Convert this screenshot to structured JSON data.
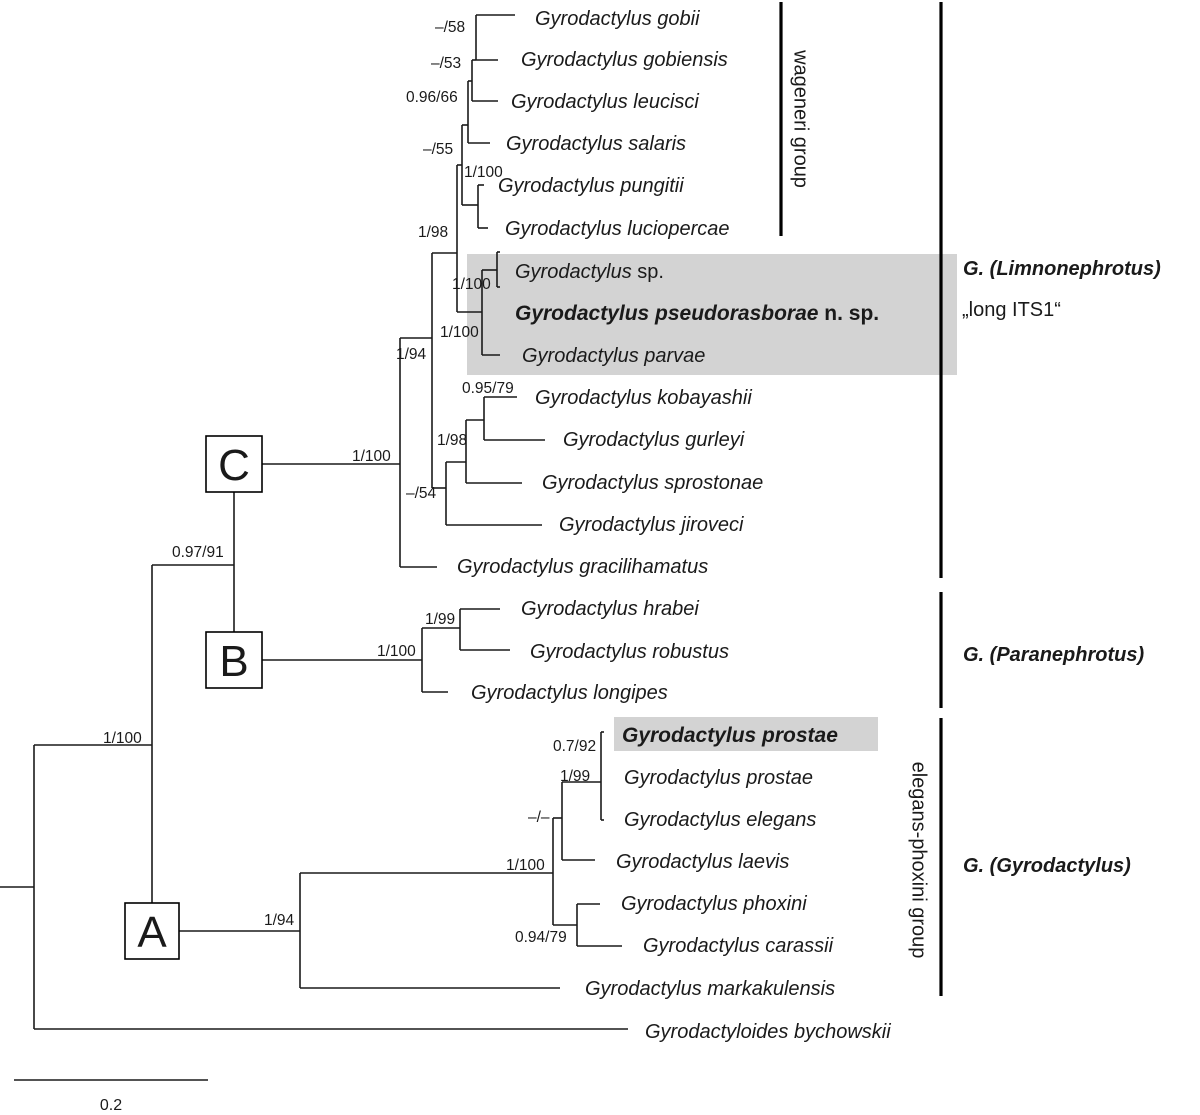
{
  "tree": {
    "taxa": [
      {
        "id": "gobii",
        "genus": "Gyrodactylus",
        "epithet": "gobii",
        "suffix": "",
        "bold": false,
        "highlight": false
      },
      {
        "id": "gobiensis",
        "genus": "Gyrodactylus",
        "epithet": "gobiensis",
        "suffix": "",
        "bold": false,
        "highlight": false
      },
      {
        "id": "leucisci",
        "genus": "Gyrodactylus",
        "epithet": "leucisci",
        "suffix": "",
        "bold": false,
        "highlight": false
      },
      {
        "id": "salaris",
        "genus": "Gyrodactylus",
        "epithet": "salaris",
        "suffix": "",
        "bold": false,
        "highlight": false
      },
      {
        "id": "pungitii",
        "genus": "Gyrodactylus",
        "epithet": "pungitii",
        "suffix": "",
        "bold": false,
        "highlight": false
      },
      {
        "id": "luciopercae",
        "genus": "Gyrodactylus",
        "epithet": "luciopercae",
        "suffix": "",
        "bold": false,
        "highlight": false
      },
      {
        "id": "sp",
        "genus": "Gyrodactylus",
        "epithet": "",
        "suffix": "sp.",
        "bold": false,
        "highlight": true
      },
      {
        "id": "pseudorasborae",
        "genus": "Gyrodactylus",
        "epithet": "pseudorasborae",
        "suffix": "n. sp.",
        "bold": true,
        "highlight": true
      },
      {
        "id": "parvae",
        "genus": "Gyrodactylus",
        "epithet": "parvae",
        "suffix": "",
        "bold": false,
        "highlight": true
      },
      {
        "id": "kobayashii",
        "genus": "Gyrodactylus",
        "epithet": "kobayashii",
        "suffix": "",
        "bold": false,
        "highlight": false
      },
      {
        "id": "gurleyi",
        "genus": "Gyrodactylus",
        "epithet": "gurleyi",
        "suffix": "",
        "bold": false,
        "highlight": false
      },
      {
        "id": "sprostonae",
        "genus": "Gyrodactylus",
        "epithet": "sprostonae",
        "suffix": "",
        "bold": false,
        "highlight": false
      },
      {
        "id": "jiroveci",
        "genus": "Gyrodactylus",
        "epithet": "jiroveci",
        "suffix": "",
        "bold": false,
        "highlight": false
      },
      {
        "id": "gracilihamatus",
        "genus": "Gyrodactylus",
        "epithet": "gracilihamatus",
        "suffix": "",
        "bold": false,
        "highlight": false
      },
      {
        "id": "hrabei",
        "genus": "Gyrodactylus",
        "epithet": "hrabei",
        "suffix": "",
        "bold": false,
        "highlight": false
      },
      {
        "id": "robustus",
        "genus": "Gyrodactylus",
        "epithet": "robustus",
        "suffix": "",
        "bold": false,
        "highlight": false
      },
      {
        "id": "longipes",
        "genus": "Gyrodactylus",
        "epithet": "longipes",
        "suffix": "",
        "bold": false,
        "highlight": false
      },
      {
        "id": "prostae-new",
        "genus": "Gyrodactylus",
        "epithet": "prostae",
        "suffix": "",
        "bold": true,
        "highlight": true
      },
      {
        "id": "prostae",
        "genus": "Gyrodactylus",
        "epithet": "prostae",
        "suffix": "",
        "bold": false,
        "highlight": false
      },
      {
        "id": "elegans",
        "genus": "Gyrodactylus",
        "epithet": "elegans",
        "suffix": "",
        "bold": false,
        "highlight": false
      },
      {
        "id": "laevis",
        "genus": "Gyrodactylus",
        "epithet": "laevis",
        "suffix": "",
        "bold": false,
        "highlight": false
      },
      {
        "id": "phoxini",
        "genus": "Gyrodactylus",
        "epithet": "phoxini",
        "suffix": "",
        "bold": false,
        "highlight": false
      },
      {
        "id": "carassii",
        "genus": "Gyrodactylus",
        "epithet": "carassii",
        "suffix": "",
        "bold": false,
        "highlight": false
      },
      {
        "id": "markakulensis",
        "genus": "Gyrodactylus",
        "epithet": "markakulensis",
        "suffix": "",
        "bold": false,
        "highlight": false
      },
      {
        "id": "bychowskii",
        "genus": "Gyrodactyloides",
        "epithet": "bychowskii",
        "suffix": "",
        "bold": false,
        "highlight": false
      }
    ],
    "support": [
      {
        "id": "s-gobii",
        "text": "–/58"
      },
      {
        "id": "s-gobiensis",
        "text": "–/53"
      },
      {
        "id": "s-leucisci",
        "text": "0.96/66"
      },
      {
        "id": "s-salaris",
        "text": "–/55"
      },
      {
        "id": "s-pungitii",
        "text": "1/100"
      },
      {
        "id": "s-wageneri",
        "text": "1/98"
      },
      {
        "id": "s-sp",
        "text": "1/100"
      },
      {
        "id": "s-pseudo",
        "text": "1/100"
      },
      {
        "id": "s-kobayashii",
        "text": "0.95/79"
      },
      {
        "id": "s-gurleyi",
        "text": "1/98"
      },
      {
        "id": "s-jiroveci",
        "text": "–/54"
      },
      {
        "id": "s-limn-inner",
        "text": "1/94"
      },
      {
        "id": "s-c",
        "text": "1/100"
      },
      {
        "id": "s-bc",
        "text": "0.97/91"
      },
      {
        "id": "s-hrabei",
        "text": "1/99"
      },
      {
        "id": "s-b",
        "text": "1/100"
      },
      {
        "id": "s-root",
        "text": "1/100"
      },
      {
        "id": "s-prostae",
        "text": "0.7/92"
      },
      {
        "id": "s-prostae2",
        "text": "1/99"
      },
      {
        "id": "s-elegans-laevis",
        "text": "–/–"
      },
      {
        "id": "s-elegans-group",
        "text": "1/100"
      },
      {
        "id": "s-phoxini",
        "text": "0.94/79"
      },
      {
        "id": "s-a",
        "text": "1/94"
      }
    ],
    "nodes": {
      "a": "A",
      "b": "B",
      "c": "C"
    },
    "groups": {
      "wageneri": "wageneri group",
      "elegans": "elegans-phoxini group"
    },
    "subgenera": {
      "limnonephrotus": "G. (Limnonephrotus)",
      "long_its1": "„long ITS1“",
      "paranephrotus": "G. (Paranephrotus)",
      "gyrodactylus": "G. (Gyrodactylus)"
    },
    "scale": {
      "label": "0.2"
    },
    "colors": {
      "highlight": "#d3d3d3",
      "line": "#1a1a1a"
    }
  }
}
